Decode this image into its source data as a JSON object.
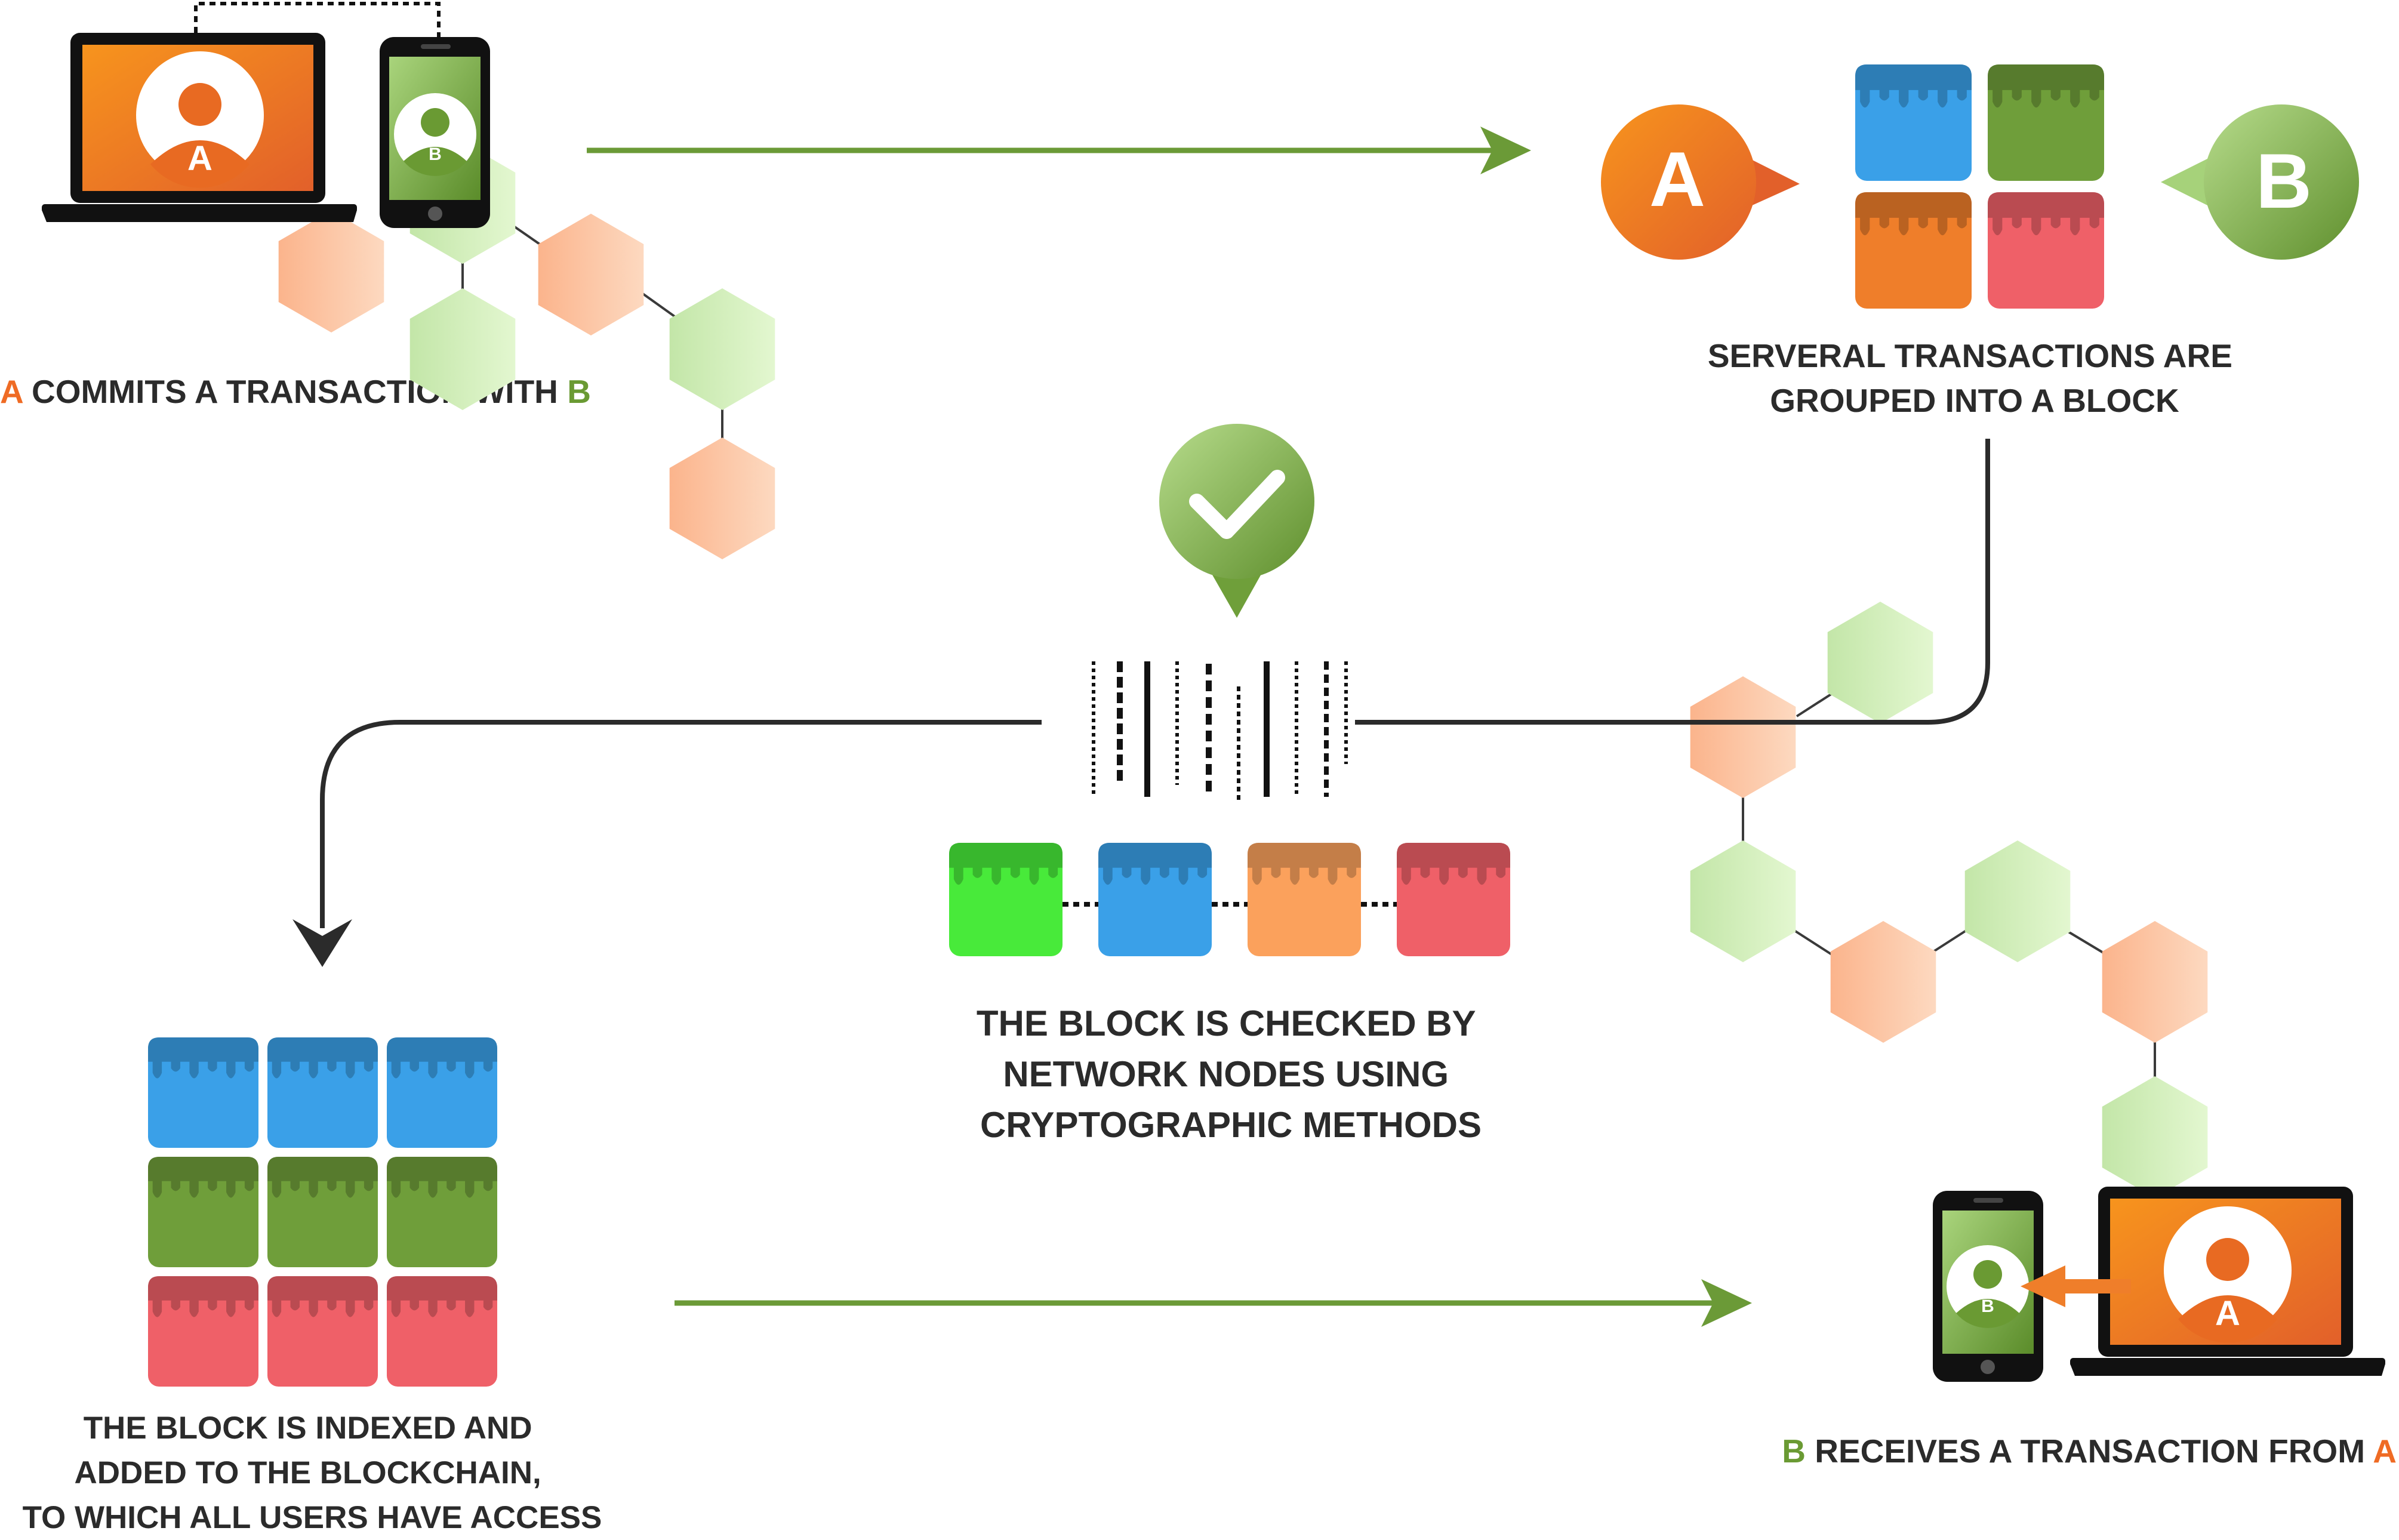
{
  "colors": {
    "orange": "#ef7e2a",
    "green": "#79a844",
    "blue": "#3aa0e8",
    "red": "#ef6068",
    "bright_green": "#48ea3a",
    "light_orange": "#fba15c",
    "arrow_green": "#6b9a37",
    "line_dark": "#2b2b2b",
    "hex_orange": "#fbbf9c",
    "hex_green": "#cdeeb8"
  },
  "steps": {
    "step1": {
      "letter_a": "A",
      "text": " COMMITS A TRANSACTION WITH ",
      "letter_b": "B"
    },
    "step2": {
      "line1": "SERVERAL TRANSACTIONS ARE",
      "line2": "GROUPED INTO A BLOCK"
    },
    "step3": {
      "line1": "THE BLOCK IS CHECKED BY",
      "line2": "NETWORK NODES USING",
      "line3": "CRYPTOGRAPHIC METHODS"
    },
    "step4": {
      "line1": "THE BLOCK IS INDEXED AND",
      "line2": "ADDED TO THE BLOCKCHAIN,",
      "line3": "TO WHICH ALL USERS HAVE ACCESS"
    },
    "step5": {
      "letter_b": "B",
      "text": " RECEIVES A TRANSACTION FROM ",
      "letter_a": "A"
    }
  },
  "devices": {
    "laptop_avatar_label": "A",
    "phone_avatar_label": "B"
  },
  "bubbles": {
    "a": "A",
    "b": "B"
  },
  "icons": {
    "laptop": "laptop-icon",
    "phone": "phone-icon",
    "user": "user-avatar-icon",
    "check": "checkmark-icon",
    "barcode": "hash-code-icon"
  }
}
